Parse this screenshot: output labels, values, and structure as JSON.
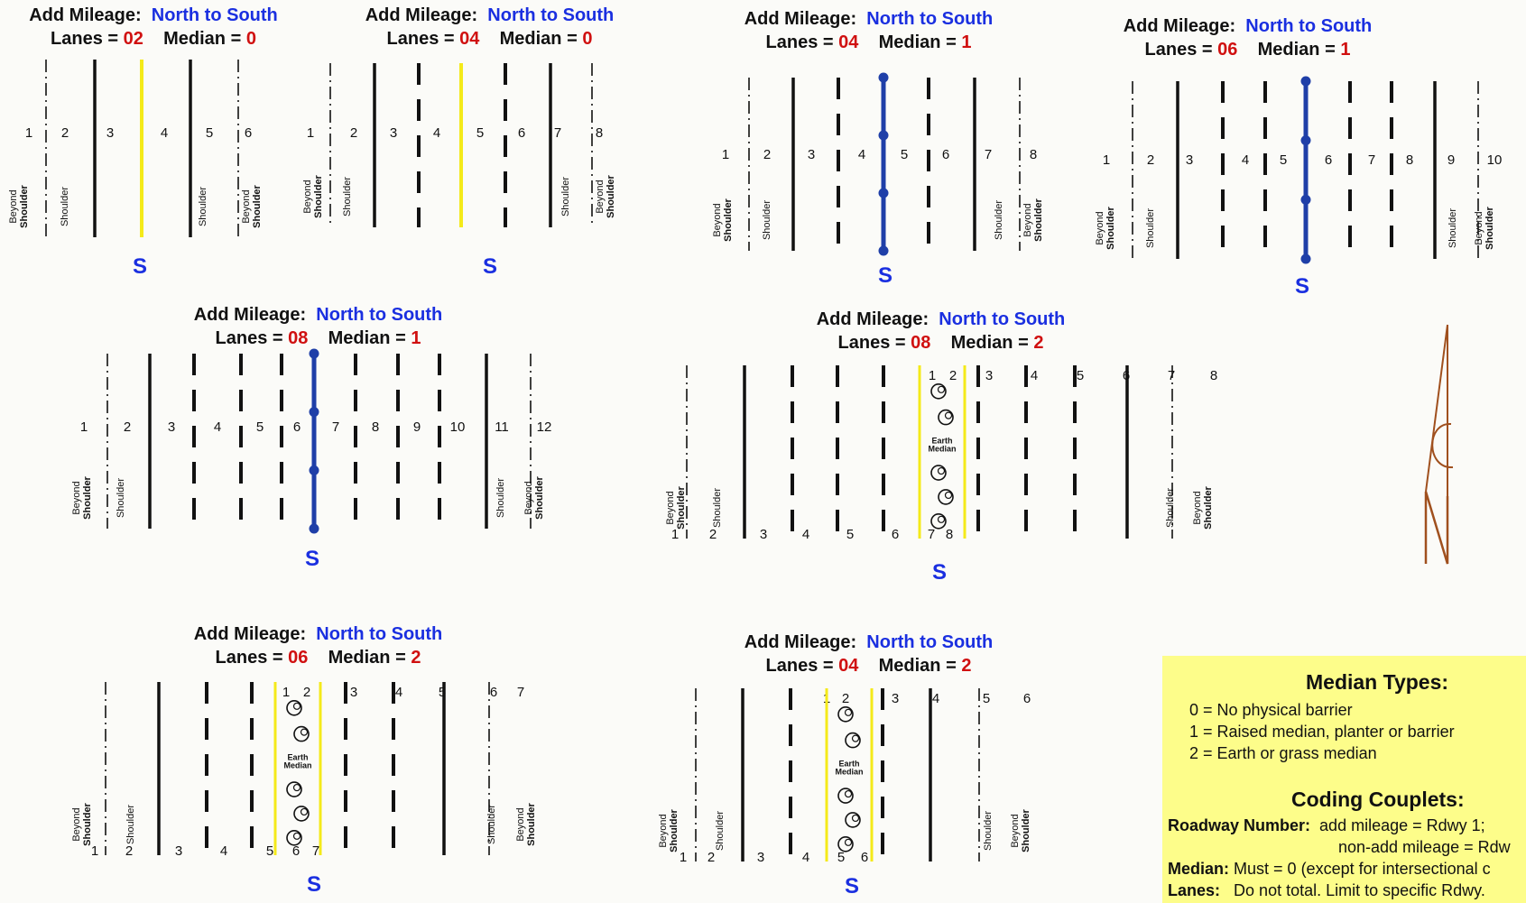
{
  "panels": [
    {
      "id": "p1",
      "add_label": "Add Mileage:",
      "direction": "North to South",
      "lanes_label": "Lanes =",
      "lanes": "02",
      "median_label": "Median =",
      "median": "0",
      "lane_numbers": [
        "1",
        "2",
        "3",
        "4",
        "5",
        "6"
      ],
      "shoulder_left": "Shoulder",
      "shoulder_right": "Shoulder",
      "beyond1": "Beyond",
      "beyond2": "Shoulder",
      "s": "S"
    },
    {
      "id": "p2",
      "add_label": "Add Mileage:",
      "direction": "North to South",
      "lanes_label": "Lanes =",
      "lanes": "04",
      "median_label": "Median =",
      "median": "0",
      "lane_numbers": [
        "1",
        "2",
        "3",
        "4",
        "5",
        "6",
        "7",
        "8"
      ],
      "shoulder_left": "Shoulder",
      "shoulder_right": "Shoulder",
      "beyond1": "Beyond",
      "beyond2": "Shoulder",
      "s": "S"
    },
    {
      "id": "p3",
      "add_label": "Add Mileage:",
      "direction": "North to South",
      "lanes_label": "Lanes =",
      "lanes": "04",
      "median_label": "Median =",
      "median": "1",
      "lane_numbers": [
        "1",
        "2",
        "3",
        "4",
        "5",
        "6",
        "7",
        "8"
      ],
      "shoulder_left": "Shoulder",
      "shoulder_right": "Shoulder",
      "beyond1": "Beyond",
      "beyond2": "Shoulder",
      "s": "S"
    },
    {
      "id": "p4",
      "add_label": "Add Mileage:",
      "direction": "North to South",
      "lanes_label": "Lanes =",
      "lanes": "06",
      "median_label": "Median =",
      "median": "1",
      "lane_numbers": [
        "1",
        "2",
        "3",
        "4",
        "5",
        "6",
        "7",
        "8",
        "9",
        "10"
      ],
      "shoulder_left": "Shoulder",
      "shoulder_right": "Shoulder",
      "beyond1": "Beyond",
      "beyond2": "Shoulder",
      "s": "S"
    },
    {
      "id": "p5",
      "add_label": "Add Mileage:",
      "direction": "North to South",
      "lanes_label": "Lanes =",
      "lanes": "08",
      "median_label": "Median =",
      "median": "1",
      "lane_numbers": [
        "1",
        "2",
        "3",
        "4",
        "5",
        "6",
        "7",
        "8",
        "9",
        "10",
        "11",
        "12"
      ],
      "shoulder_left": "Shoulder",
      "shoulder_right": "Shoulder",
      "beyond1": "Beyond",
      "beyond2": "Shoulder",
      "s": "S"
    },
    {
      "id": "p6",
      "add_label": "Add Mileage:",
      "direction": "North to South",
      "lanes_label": "Lanes =",
      "lanes": "08",
      "median_label": "Median =",
      "median": "2",
      "lane_numbers_top": [
        "1",
        "2",
        "3",
        "4",
        "5",
        "6",
        "7",
        "8"
      ],
      "lane_numbers_bottom": [
        "1",
        "2",
        "3",
        "4",
        "5",
        "6",
        "7",
        "8"
      ],
      "earth_median_1": "Earth",
      "earth_median_2": "Median",
      "shoulder_left": "Shoulder",
      "shoulder_right": "Shoulder",
      "beyond1": "Beyond",
      "beyond2": "Shoulder",
      "s": "S"
    },
    {
      "id": "p7",
      "add_label": "Add Mileage:",
      "direction": "North to South",
      "lanes_label": "Lanes =",
      "lanes": "06",
      "median_label": "Median =",
      "median": "2",
      "lane_numbers_top": [
        "1",
        "2",
        "3",
        "4",
        "5",
        "6",
        "7"
      ],
      "lane_numbers_bottom": [
        "1",
        "2",
        "3",
        "4",
        "5",
        "6",
        "7"
      ],
      "earth_median_1": "Earth",
      "earth_median_2": "Median",
      "shoulder_left": "Shoulder",
      "shoulder_right": "Shoulder",
      "beyond1": "Beyond",
      "beyond2": "Shoulder",
      "s": "S"
    },
    {
      "id": "p8",
      "add_label": "Add Mileage:",
      "direction": "North to South",
      "lanes_label": "Lanes =",
      "lanes": "04",
      "median_label": "Median =",
      "median": "2",
      "lane_numbers_top": [
        "1",
        "2",
        "3",
        "4",
        "5",
        "6"
      ],
      "lane_numbers_bottom": [
        "1",
        "2",
        "3",
        "4",
        "5",
        "6"
      ],
      "earth_median_1": "Earth",
      "earth_median_2": "Median",
      "shoulder_left": "Shoulder",
      "shoulder_right": "Shoulder",
      "beyond1": "Beyond",
      "beyond2": "Shoulder",
      "s": "S"
    }
  ],
  "compass": {
    "letter": "N",
    "color": "#a0501e"
  },
  "legend": {
    "median_title": "Median Types:",
    "median_items": [
      "0 = No physical barrier",
      "1 = Raised median, planter or barrier",
      "2 = Earth or grass median"
    ],
    "couplets_title": "Coding Couplets:",
    "roadway_label": "Roadway Number:",
    "roadway_text_1": "add mileage = Rdwy 1;",
    "roadway_text_2": "non-add mileage = Rdw",
    "median_label": "Median:",
    "median_text": "Must = 0 (except for intersectional c",
    "lanes_label": "Lanes:",
    "lanes_text": "Do not total. Limit to specific Rdwy.",
    "background": "#fdfd8a"
  },
  "colors": {
    "blue": "#1a2fe0",
    "red": "#d01010",
    "yellow_line": "#f4ea1a",
    "barrier": "#1f3fa8",
    "line": "#111111"
  }
}
